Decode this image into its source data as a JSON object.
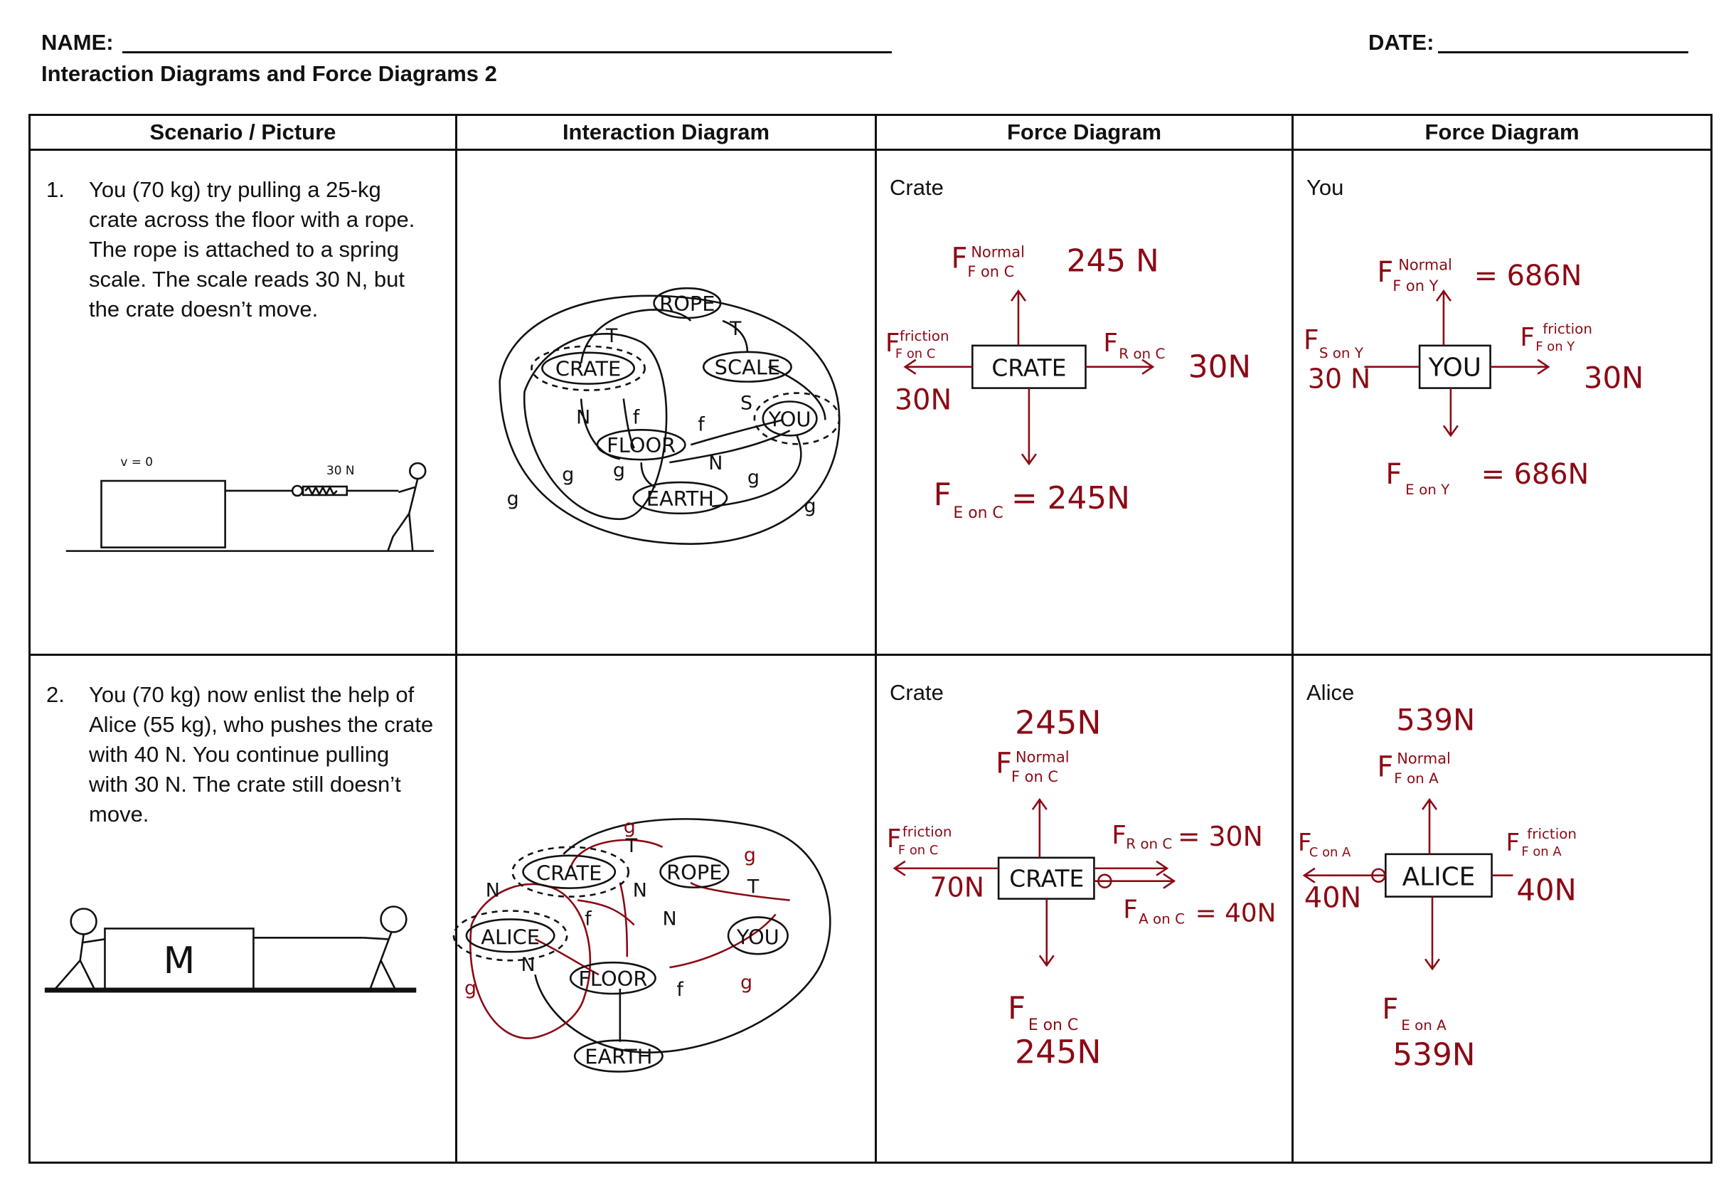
{
  "header": {
    "name_label": "NAME:",
    "date_label": "DATE:",
    "subtitle": "Interaction Diagrams and Force Diagrams 2"
  },
  "table": {
    "columns": [
      "Scenario / Picture",
      "Interaction Diagram",
      "Force Diagram",
      "Force Diagram"
    ],
    "rows": [
      {
        "number": "1.",
        "scenario": "You (70 kg) try pulling a 25-kg crate across the floor with a rope. The rope is attached to a spring scale. The scale reads 30 N, but the crate doesn’t move.",
        "picture": {
          "velocity_label": "v = 0",
          "scale_label": "30 N"
        },
        "interaction": {
          "objects": [
            "ROPE",
            "CRATE",
            "SCALE",
            "FLOOR",
            "YOU",
            "EARTH"
          ],
          "labels": {
            "tension": "T",
            "normal": "N",
            "friction": "f",
            "spring": "S",
            "gravity": "g"
          }
        },
        "force1": {
          "label": "Crate",
          "box": "CRATE",
          "up": {
            "F": "F",
            "sup": "Normal",
            "sub": "F on C",
            "value": "245 N"
          },
          "left": {
            "F": "F",
            "sup": "friction",
            "sub": "F on C",
            "value": "30N"
          },
          "right": {
            "F": "F",
            "sub": "R on C",
            "value": "30N"
          },
          "down": {
            "F": "F",
            "sub": "E on C",
            "value": "= 245N"
          }
        },
        "force2": {
          "label": "You",
          "box": "YOU",
          "up": {
            "F": "F",
            "sup": "Normal",
            "sub": "F on Y",
            "value": "= 686N"
          },
          "left": {
            "F": "F",
            "sub": "S on Y",
            "value": "30 N"
          },
          "right": {
            "F": "F",
            "sup": "friction",
            "sub": "F on Y",
            "value": "30N"
          },
          "down": {
            "F": "F",
            "sub": "E on Y",
            "value": "= 686N"
          }
        }
      },
      {
        "number": "2.",
        "scenario": "You (70 kg) now enlist the help of Alice (55 kg), who pushes the crate with 40 N. You continue pulling with 30 N. The crate still doesn’t move.",
        "picture": {
          "box_label": "M"
        },
        "interaction": {
          "objects": [
            "CRATE",
            "ROPE",
            "ALICE",
            "YOU",
            "FLOOR",
            "EARTH"
          ],
          "labels": {
            "tension": "T",
            "normal": "N",
            "friction": "f",
            "gravity": "g"
          }
        },
        "force1": {
          "label": "Crate",
          "box": "CRATE",
          "up": {
            "F": "F",
            "sup": "Normal",
            "sub": "F on C",
            "value": "245N"
          },
          "left": {
            "F": "F",
            "sup": "friction",
            "sub": "F on C",
            "value": "70N"
          },
          "right": {
            "F": "F",
            "sub": "R on C",
            "value": "= 30N"
          },
          "right2": {
            "F": "F",
            "sub": "A on C",
            "value": "= 40N"
          },
          "down": {
            "F": "F",
            "sub": "E on C",
            "value": "245N"
          }
        },
        "force2": {
          "label": "Alice",
          "box": "ALICE",
          "up": {
            "F": "F",
            "sup": "Normal",
            "sub": "F on A",
            "value": "539N"
          },
          "left": {
            "F": "F",
            "sub": "C on A",
            "value": "40N"
          },
          "right": {
            "F": "F",
            "sup": "friction",
            "sub": "F on A",
            "value": "40N"
          },
          "down": {
            "F": "F",
            "sub": "E on A",
            "value": "539N"
          }
        }
      }
    ]
  }
}
